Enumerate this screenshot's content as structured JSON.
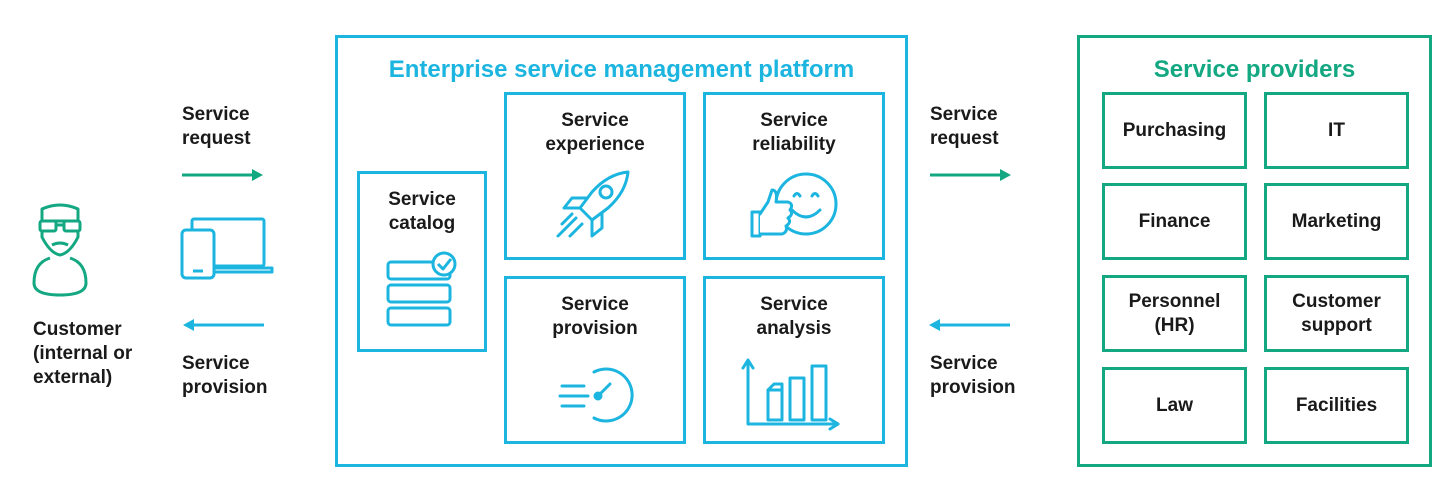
{
  "customer": {
    "label": "Customer\n(internal or\nexternal)",
    "icon": "customer-person-icon",
    "device_icon": "phone-laptop-icon"
  },
  "left_flow": {
    "request_label": "Service\nrequest",
    "provision_label": "Service\nprovision"
  },
  "platform": {
    "title": "Enterprise service management platform",
    "catalog": {
      "label": "Service\ncatalog",
      "icon": "stacked-list-check-icon"
    },
    "modules": [
      {
        "label": "Service\nexperience",
        "icon": "rocket-icon"
      },
      {
        "label": "Service\nreliability",
        "icon": "thumbs-up-smiley-icon"
      },
      {
        "label": "Service\nprovision",
        "icon": "speed-dial-icon"
      },
      {
        "label": "Service\nanalysis",
        "icon": "bar-chart-icon"
      }
    ]
  },
  "right_flow": {
    "request_label": "Service\nrequest",
    "provision_label": "Service\nprovision"
  },
  "providers": {
    "title": "Service providers",
    "items": [
      "Purchasing",
      "IT",
      "Finance",
      "Marketing",
      "Personnel\n(HR)",
      "Customer\nsupport",
      "Law",
      "Facilities"
    ]
  },
  "colors": {
    "platform": "#1cb5e0",
    "providers": "#13a882",
    "text": "#1a1a1a"
  }
}
